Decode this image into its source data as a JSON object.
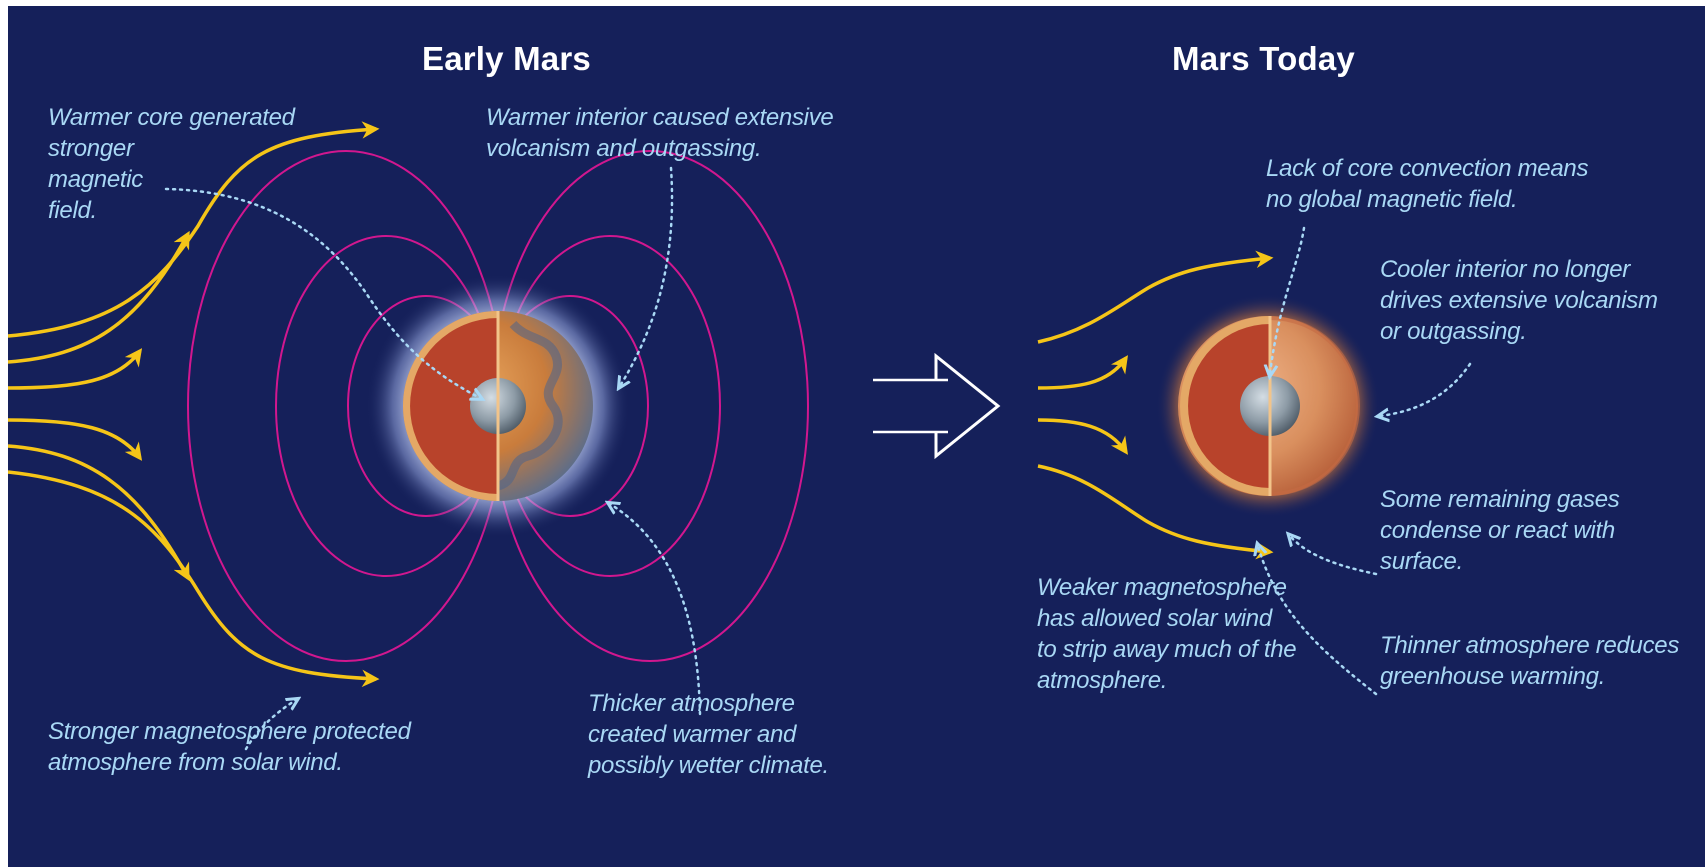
{
  "titles": {
    "early": "Early Mars",
    "today": "Mars Today"
  },
  "early_notes": {
    "core": "Warmer core generated\nstronger\nmagnetic\nfield.",
    "interior": "Warmer interior caused extensive\nvolcanism and outgassing.",
    "magnetosphere": "Stronger magnetosphere protected\natmosphere from solar wind.",
    "atmosphere": "Thicker atmosphere\ncreated warmer and\npossibly wetter climate."
  },
  "today_notes": {
    "core": "Lack of core convection means\nno global magnetic field.",
    "interior": "Cooler interior no longer\ndrives extensive volcanism\nor outgassing.",
    "gases": "Some remaining gases\ncondense or react with\nsurface.",
    "magnetosphere": "Weaker magnetosphere\nhas allowed solar wind\nto strip away much of the\natmosphere.",
    "atmosphere": "Thinner atmosphere reduces\ngreenhouse warming."
  },
  "colors": {
    "background": "#15205a",
    "solar_wind": "#f5c518",
    "field_lines": "#d1178f",
    "labels": "#a9d8f5",
    "mantle": "#b8432b",
    "crust": "#e4a866",
    "core": "#8d9ba6"
  },
  "icons": {
    "transition_arrow": "hollow-right-arrow",
    "leader_lines": "dotted-arrow"
  }
}
